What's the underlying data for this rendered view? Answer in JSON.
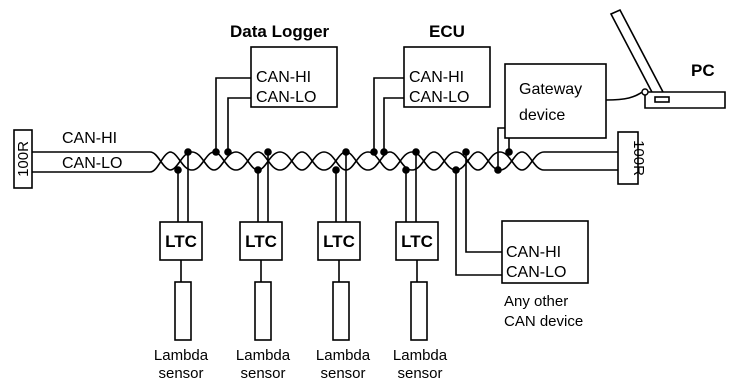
{
  "bus": {
    "hi_label": "CAN-HI",
    "lo_label": "CAN-LO",
    "terminator_left": "100R",
    "terminator_right": "100R"
  },
  "data_logger": {
    "title": "Data Logger",
    "hi": "CAN-HI",
    "lo": "CAN-LO"
  },
  "ecu": {
    "title": "ECU",
    "hi": "CAN-HI",
    "lo": "CAN-LO"
  },
  "gateway": {
    "line1": "Gateway",
    "line2": "device"
  },
  "pc": {
    "title": "PC"
  },
  "ltc_units": [
    {
      "label": "LTC",
      "sensor_line1": "Lambda",
      "sensor_line2": "sensor"
    },
    {
      "label": "LTC",
      "sensor_line1": "Lambda",
      "sensor_line2": "sensor"
    },
    {
      "label": "LTC",
      "sensor_line1": "Lambda",
      "sensor_line2": "sensor"
    },
    {
      "label": "LTC",
      "sensor_line1": "Lambda",
      "sensor_line2": "sensor"
    }
  ],
  "other_device": {
    "hi": "CAN-HI",
    "lo": "CAN-LO",
    "caption1": "Any other",
    "caption2": "CAN device"
  }
}
